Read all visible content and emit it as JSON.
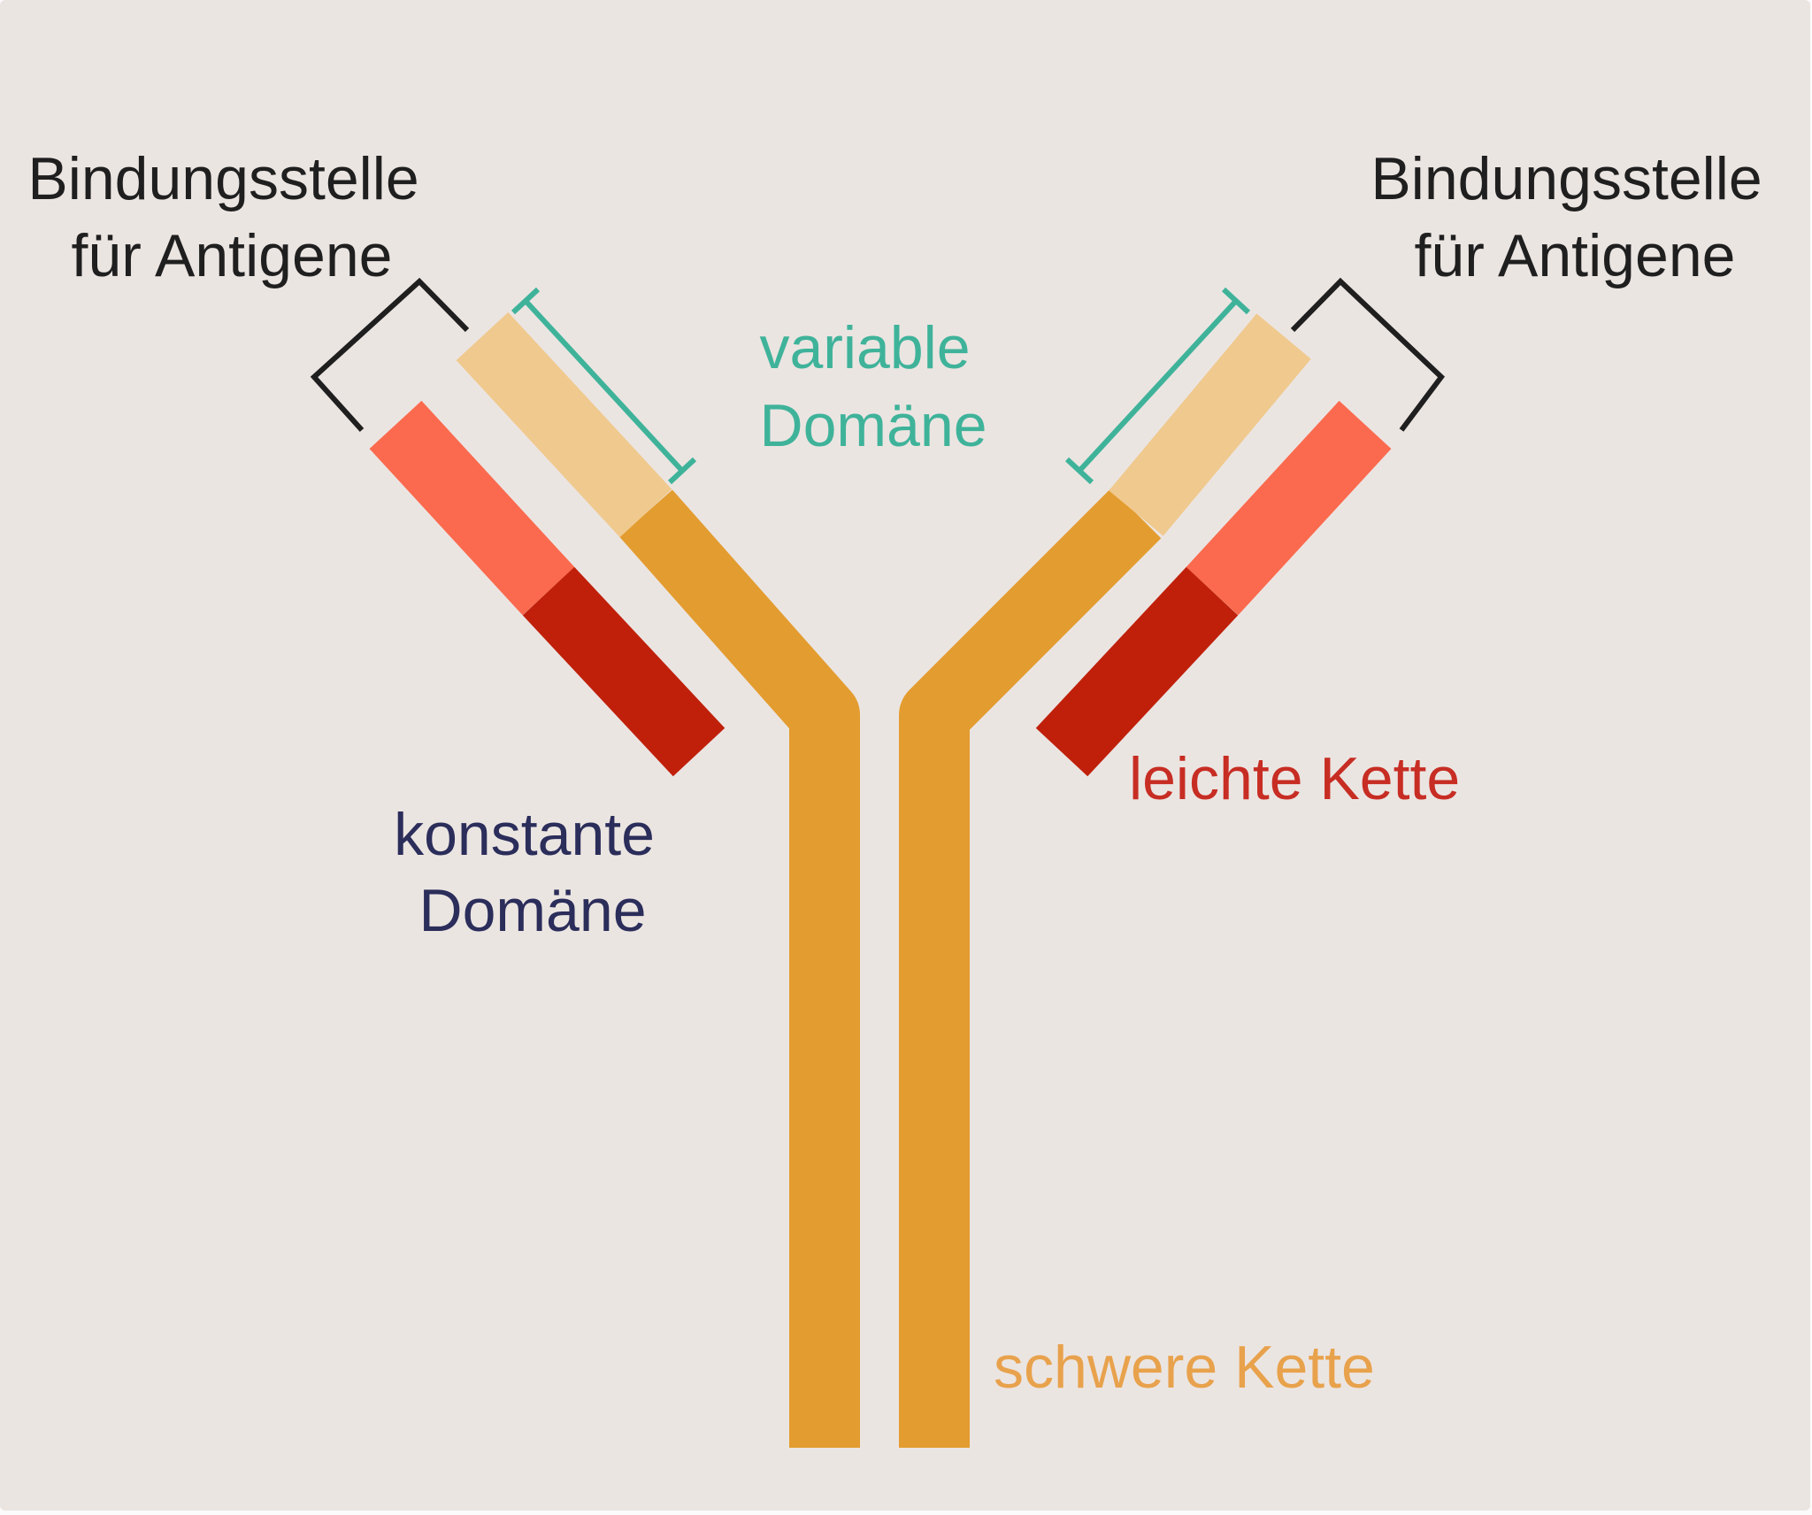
{
  "labels": {
    "binding_site_left": [
      "Bindungsstelle",
      "für Antigene"
    ],
    "binding_site_right": [
      "Bindungsstelle",
      "für Antigene"
    ],
    "variable_domain": [
      "variable",
      "Domäne"
    ],
    "constant_domain": [
      "konstante",
      "Domäne"
    ],
    "light_chain": "leichte Kette",
    "heavy_chain": "schwere Kette"
  },
  "colors": {
    "background": "#ebe5e2",
    "heavy_chain": "#e39c2f",
    "heavy_variable": "#f0c98e",
    "light_variable": "#fb6a4e",
    "light_constant": "#c0200a",
    "text_black": "#1f1f1f",
    "text_variable": "#3fb39a",
    "text_constant": "#2b2d5a",
    "text_light_chain": "#c72d23",
    "text_heavy_chain": "#e8a24c"
  }
}
